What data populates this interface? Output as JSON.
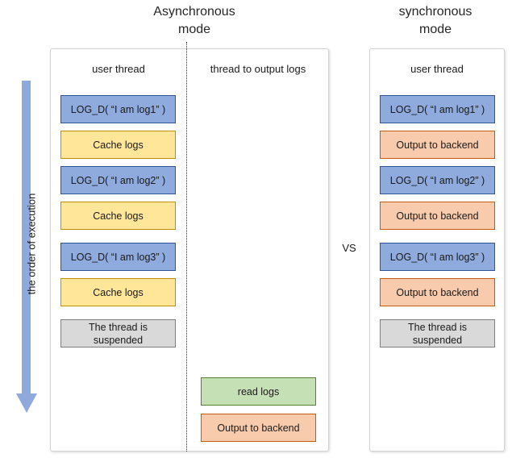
{
  "titles": {
    "async": "Asynchronous\nmode",
    "sync": "synchronous\nmode"
  },
  "vs_label": "VS",
  "order_arrow": {
    "label": "the order of execution",
    "direction": "down",
    "color": "#8EA9DB"
  },
  "async_panel": {
    "columns": [
      {
        "header": "user thread",
        "steps": [
          {
            "label": "LOG_D( “I am log1” )",
            "color": "blue"
          },
          {
            "label": "Cache logs",
            "color": "yellow"
          },
          {
            "label": "LOG_D( “I am log2” )",
            "color": "blue"
          },
          {
            "label": "Cache logs",
            "color": "yellow"
          },
          {
            "label": "LOG_D( “I am log3” )",
            "color": "blue"
          },
          {
            "label": "Cache logs",
            "color": "yellow"
          },
          {
            "label": "The thread is\nsuspended",
            "color": "grey"
          }
        ]
      },
      {
        "header": "thread to output logs",
        "steps": [
          {
            "label": "read logs",
            "color": "green"
          },
          {
            "label": "Output to backend",
            "color": "orange"
          }
        ]
      }
    ]
  },
  "sync_panel": {
    "columns": [
      {
        "header": "user thread",
        "steps": [
          {
            "label": "LOG_D( “I am log1” )",
            "color": "blue"
          },
          {
            "label": "Output to backend",
            "color": "orange"
          },
          {
            "label": "LOG_D( “I am log2” )",
            "color": "blue"
          },
          {
            "label": "Output to backend",
            "color": "orange"
          },
          {
            "label": "LOG_D( “I am log3” )",
            "color": "blue"
          },
          {
            "label": "Output to backend",
            "color": "orange"
          },
          {
            "label": "The thread is\nsuspended",
            "color": "grey"
          }
        ]
      }
    ]
  },
  "colors": {
    "blue": "#8FAADC",
    "yellow": "#FFE699",
    "grey": "#D9D9D9",
    "orange": "#F8CBAD",
    "green": "#C5E0B4"
  }
}
